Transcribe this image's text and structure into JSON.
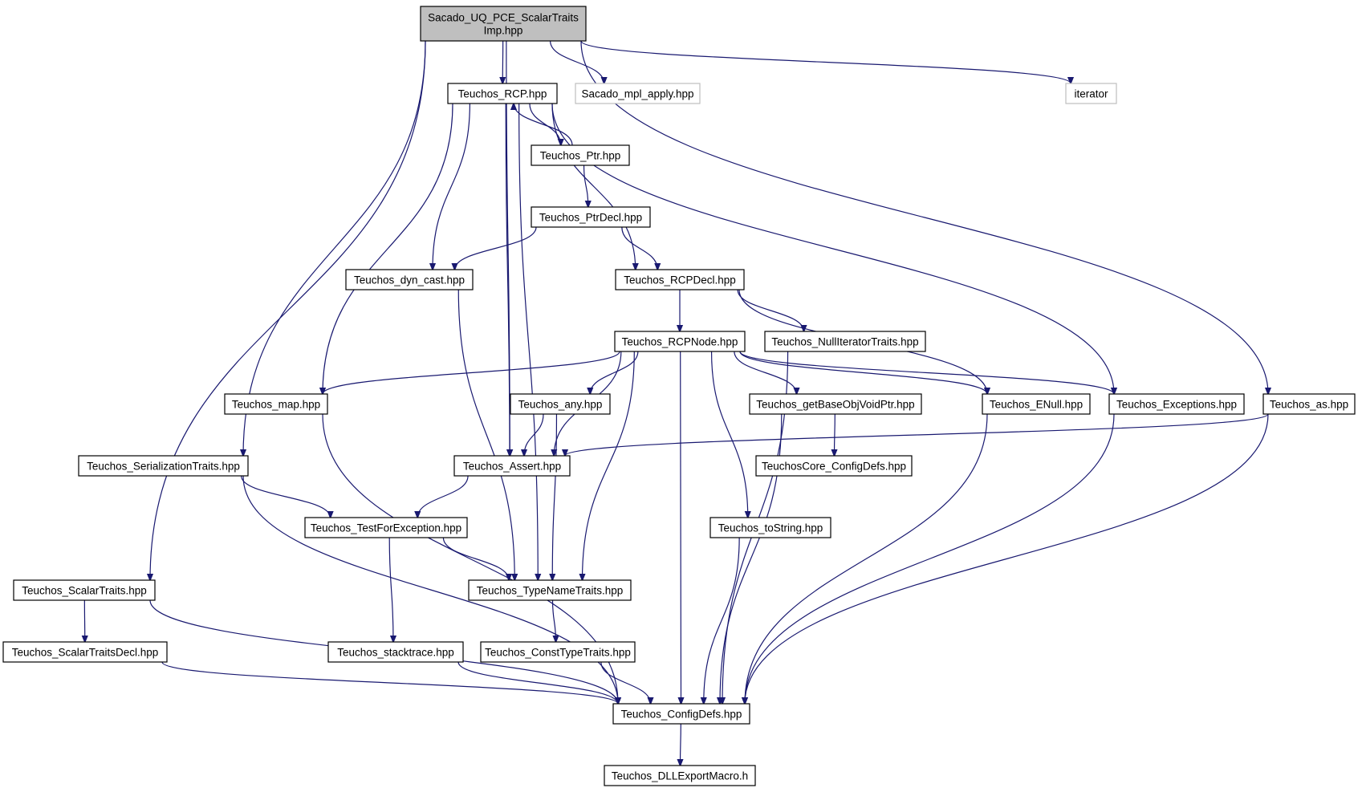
{
  "diagram": {
    "root": {
      "lines": [
        "Sacado_UQ_PCE_ScalarTraits",
        "Imp.hpp"
      ]
    },
    "nodes": {
      "rcp": "Teuchos_RCP.hpp",
      "mpl_apply": "Sacado_mpl_apply.hpp",
      "iterator": "iterator",
      "ptr": "Teuchos_Ptr.hpp",
      "ptrdecl": "Teuchos_PtrDecl.hpp",
      "dyn_cast": "Teuchos_dyn_cast.hpp",
      "rcpdecl": "Teuchos_RCPDecl.hpp",
      "rcpnode": "Teuchos_RCPNode.hpp",
      "nulliter": "Teuchos_NullIteratorTraits.hpp",
      "map": "Teuchos_map.hpp",
      "any": "Teuchos_any.hpp",
      "getbase": "Teuchos_getBaseObjVoidPtr.hpp",
      "enull": "Teuchos_ENull.hpp",
      "exceptions": "Teuchos_Exceptions.hpp",
      "as": "Teuchos_as.hpp",
      "serial": "Teuchos_SerializationTraits.hpp",
      "assert": "Teuchos_Assert.hpp",
      "coreconfig": "TeuchosCore_ConfigDefs.hpp",
      "testforex": "Teuchos_TestForException.hpp",
      "tostring": "Teuchos_toString.hpp",
      "scalar": "Teuchos_ScalarTraits.hpp",
      "typename": "Teuchos_TypeNameTraits.hpp",
      "scalardecl": "Teuchos_ScalarTraitsDecl.hpp",
      "stacktrace": "Teuchos_stacktrace.hpp",
      "consttype": "Teuchos_ConstTypeTraits.hpp",
      "configdefs": "Teuchos_ConfigDefs.hpp",
      "dllexport": "Teuchos_DLLExportMacro.h"
    },
    "external_nodes": [
      "mpl_apply",
      "iterator"
    ],
    "edge_color": "#191970",
    "root_fill": "#bfbfbf",
    "edges": [
      [
        "root",
        "rcp"
      ],
      [
        "root",
        "mpl_apply"
      ],
      [
        "root",
        "iterator"
      ],
      [
        "root",
        "as"
      ],
      [
        "root",
        "assert"
      ],
      [
        "root",
        "serial"
      ],
      [
        "root",
        "scalar"
      ],
      [
        "rcp",
        "ptr"
      ],
      [
        "ptr",
        "rcp"
      ],
      [
        "rcp",
        "map"
      ],
      [
        "rcp",
        "assert"
      ],
      [
        "rcp",
        "dyn_cast"
      ],
      [
        "rcp",
        "typename"
      ],
      [
        "rcp",
        "rcpdecl"
      ],
      [
        "rcp",
        "exceptions"
      ],
      [
        "ptr",
        "ptrdecl"
      ],
      [
        "ptrdecl",
        "dyn_cast"
      ],
      [
        "ptrdecl",
        "rcpdecl"
      ],
      [
        "dyn_cast",
        "typename"
      ],
      [
        "rcpdecl",
        "rcpnode"
      ],
      [
        "rcpdecl",
        "nulliter"
      ],
      [
        "rcpdecl",
        "enull"
      ],
      [
        "rcpnode",
        "map"
      ],
      [
        "rcpnode",
        "assert"
      ],
      [
        "rcpnode",
        "any"
      ],
      [
        "rcpnode",
        "typename"
      ],
      [
        "rcpnode",
        "configdefs"
      ],
      [
        "rcpnode",
        "tostring"
      ],
      [
        "rcpnode",
        "getbase"
      ],
      [
        "rcpnode",
        "enull"
      ],
      [
        "rcpnode",
        "exceptions"
      ],
      [
        "nulliter",
        "configdefs"
      ],
      [
        "map",
        "configdefs"
      ],
      [
        "any",
        "assert"
      ],
      [
        "any",
        "typename"
      ],
      [
        "getbase",
        "coreconfig"
      ],
      [
        "getbase",
        "configdefs"
      ],
      [
        "enull",
        "configdefs"
      ],
      [
        "exceptions",
        "configdefs"
      ],
      [
        "as",
        "assert"
      ],
      [
        "as",
        "configdefs"
      ],
      [
        "serial",
        "testforex"
      ],
      [
        "serial",
        "configdefs"
      ],
      [
        "assert",
        "testforex"
      ],
      [
        "testforex",
        "typename"
      ],
      [
        "testforex",
        "stacktrace"
      ],
      [
        "tostring",
        "configdefs"
      ],
      [
        "scalar",
        "scalardecl"
      ],
      [
        "scalar",
        "configdefs"
      ],
      [
        "typename",
        "consttype"
      ],
      [
        "scalardecl",
        "configdefs"
      ],
      [
        "stacktrace",
        "configdefs"
      ],
      [
        "consttype",
        "configdefs"
      ],
      [
        "configdefs",
        "dllexport"
      ]
    ]
  }
}
